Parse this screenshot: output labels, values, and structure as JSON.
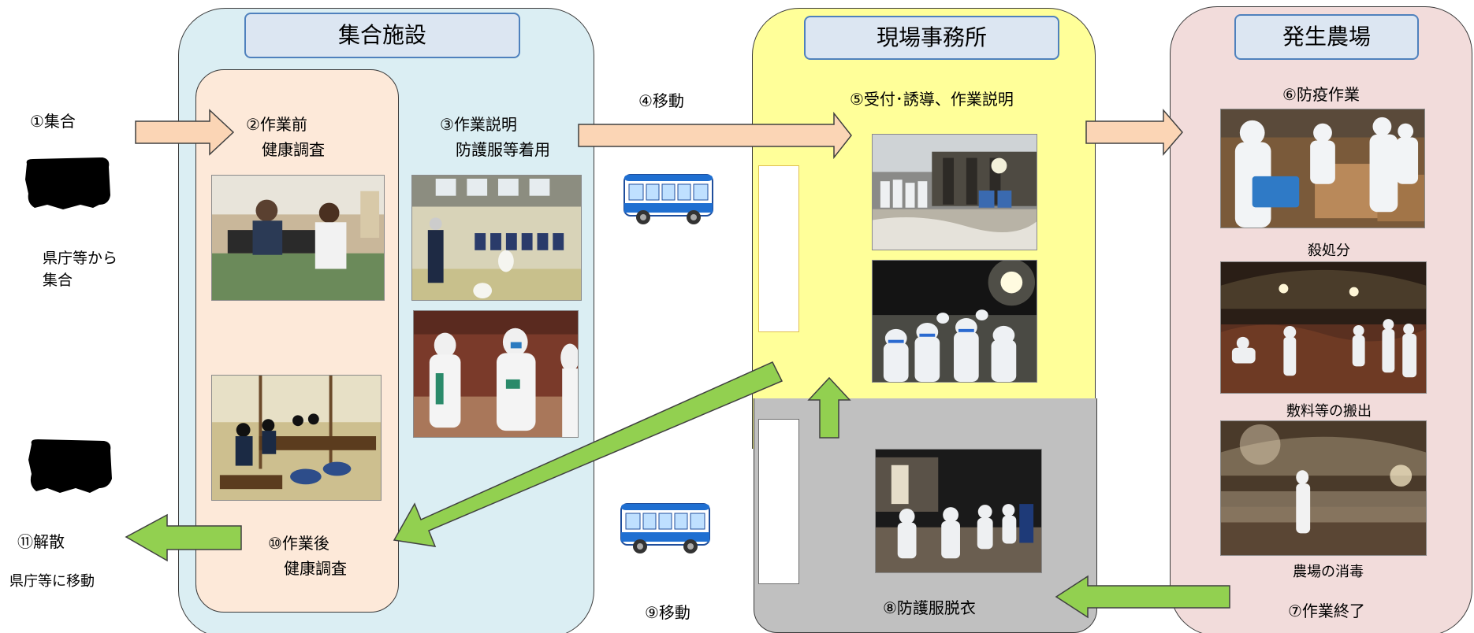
{
  "sections": {
    "assembly": {
      "title": "集合施設"
    },
    "office": {
      "title": "現場事務所"
    },
    "farm": {
      "title": "発生農場"
    }
  },
  "steps": {
    "s1": "①集合",
    "s1_note": "県庁等から\n集合",
    "s2": "②作業前\n　健康調査",
    "s3": "③作業説明\n　防護服等着用",
    "s4": "④移動",
    "s5": "⑤受付･誘導、作業説明",
    "s6": "⑥防疫作業",
    "s6_a": "殺処分",
    "s6_b": "敷料等の搬出",
    "s6_c": "農場の消毒",
    "s7": "⑦作業終了",
    "s8": "⑧防護服脱衣",
    "s9": "⑨移動",
    "s10": "⑩作業後\n　健康調査",
    "s11": "⑪解散",
    "s11_note": "県庁等に移動"
  },
  "colors": {
    "assembly_bg": "#dbeef3",
    "assembly_inner": "#fde9d9",
    "office_bg": "#ffff99",
    "undress_bg": "#c0c0c0",
    "farm_bg": "#f2dcdb",
    "orange_arrow": "#fbd5b5",
    "green_arrow": "#92d050",
    "title_fill": "#dce6f2",
    "title_border": "#4f81bd"
  }
}
